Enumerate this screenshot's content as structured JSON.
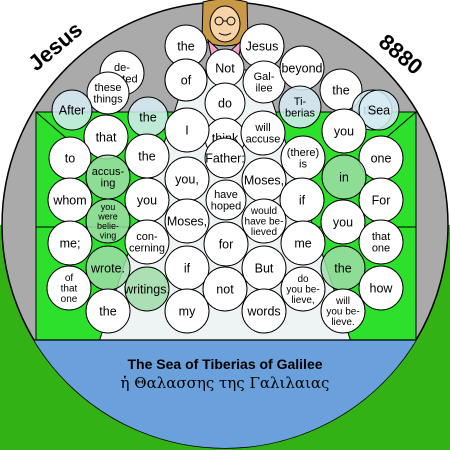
{
  "header": {
    "left": "Jesus",
    "right": "8880"
  },
  "caption": {
    "english": "The Sea of Tiberias of Galilee",
    "greek": "ἡ Θαλασσης της Γαλιλαιας"
  },
  "colors": {
    "sky": "#a9aaa9",
    "ground": "#33b216",
    "bright_green": "#2ce02c",
    "sea": "#6aa0db",
    "bubble_green": "#9fdca8",
    "bubble_white": "#ffffff",
    "bubble_blue": "#d7ecf6"
  },
  "words": [
    {
      "id": "w-jesus",
      "text": "Jesus"
    },
    {
      "id": "w-the-top",
      "text": "the"
    },
    {
      "id": "w-not",
      "text": "Not"
    },
    {
      "id": "w-of-top",
      "text": "of"
    },
    {
      "id": "w-the-2",
      "text": "the"
    },
    {
      "id": "w-galilee",
      "text": "Gal-\nilee"
    },
    {
      "id": "w-departed",
      "text": "de-\nparted"
    },
    {
      "id": "w-beyond",
      "text": "beyond"
    },
    {
      "id": "w-these-things",
      "text": "these\nthings"
    },
    {
      "id": "w-the-3",
      "text": "the"
    },
    {
      "id": "w-after",
      "text": "After"
    },
    {
      "id": "w-of",
      "text": "of"
    },
    {
      "id": "w-the-4",
      "text": "the"
    },
    {
      "id": "w-do",
      "text": "do"
    },
    {
      "id": "w-tiberias",
      "text": "Ti-\nberias"
    },
    {
      "id": "w-sea",
      "text": "Sea"
    },
    {
      "id": "w-think",
      "text": "think"
    },
    {
      "id": "w-that",
      "text": "that"
    },
    {
      "id": "w-i",
      "text": "I"
    },
    {
      "id": "w-will-accuse",
      "text": "will\naccuse"
    },
    {
      "id": "w-you-1",
      "text": "you"
    },
    {
      "id": "w-to",
      "text": "to"
    },
    {
      "id": "w-the-5",
      "text": "the"
    },
    {
      "id": "w-father",
      "text": "Father:"
    },
    {
      "id": "w-there-is",
      "text": "(there)\nis"
    },
    {
      "id": "w-one",
      "text": "one"
    },
    {
      "id": "w-accusing",
      "text": "accus-\ning"
    },
    {
      "id": "w-you-2",
      "text": "you,"
    },
    {
      "id": "w-moses-1",
      "text": "Moses,"
    },
    {
      "id": "w-in",
      "text": "in"
    },
    {
      "id": "w-whom",
      "text": "whom"
    },
    {
      "id": "w-you-3",
      "text": "you"
    },
    {
      "id": "w-have-hoped",
      "text": "have\nhoped"
    },
    {
      "id": "w-if-1",
      "text": "if"
    },
    {
      "id": "w-for-1",
      "text": "For"
    },
    {
      "id": "w-you-were-believing",
      "text": "you\nwere\nbelie-\nving"
    },
    {
      "id": "w-moses-2",
      "text": "Moses,"
    },
    {
      "id": "w-would-have-believed",
      "text": "would\nhave be-\nlieved"
    },
    {
      "id": "w-you-4",
      "text": "you"
    },
    {
      "id": "w-me-1",
      "text": "me;"
    },
    {
      "id": "w-concerning",
      "text": "con-\ncerning"
    },
    {
      "id": "w-for-2",
      "text": "for"
    },
    {
      "id": "w-me-2",
      "text": "me"
    },
    {
      "id": "w-that-one-1",
      "text": "that\none"
    },
    {
      "id": "w-wrote",
      "text": "wrote."
    },
    {
      "id": "w-if-2",
      "text": "if"
    },
    {
      "id": "w-but",
      "text": "But"
    },
    {
      "id": "w-the-6",
      "text": "the"
    },
    {
      "id": "w-of-that-one",
      "text": "of\nthat\none"
    },
    {
      "id": "w-writings",
      "text": "writings,"
    },
    {
      "id": "w-not-2",
      "text": "not"
    },
    {
      "id": "w-do-you-believe",
      "text": "do\nyou be-\nlieve,"
    },
    {
      "id": "w-how",
      "text": "how"
    },
    {
      "id": "w-the-7",
      "text": "the"
    },
    {
      "id": "w-my",
      "text": "my"
    },
    {
      "id": "w-words",
      "text": "words"
    },
    {
      "id": "w-will-you-believe",
      "text": "will\nyou be-\nlieve."
    }
  ]
}
